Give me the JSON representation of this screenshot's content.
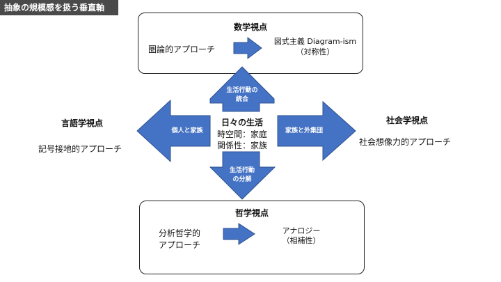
{
  "title": "抽象の規模感を扱う垂直軸",
  "top": {
    "heading": "数学視点",
    "left": "圏論的アプローチ",
    "right_line1": "図式主義 Diagram-ism",
    "right_line2": "（対称性）"
  },
  "bottom": {
    "heading": "哲学視点",
    "left_line1": "分析哲学的",
    "left_line2": "アプローチ",
    "right_line1": "アナロジー",
    "right_line2": "（相補性）"
  },
  "left": {
    "heading": "言語学視点",
    "text": "記号接地的アプローチ"
  },
  "right": {
    "heading": "社会学視点",
    "text": "社会想像力的アプローチ"
  },
  "center": {
    "line1": "日々の生活",
    "line2": "時空間：家庭",
    "line3": "関係性：家族"
  },
  "arrows": {
    "up_line1": "生活行動の",
    "up_line2": "統合",
    "down_line1": "生活行動",
    "down_line2": "の分解",
    "left": "個人と家族",
    "right": "家族と外集団"
  },
  "colors": {
    "arrow_fill": "#4472c4",
    "arrow_stroke": "#2f528f"
  }
}
